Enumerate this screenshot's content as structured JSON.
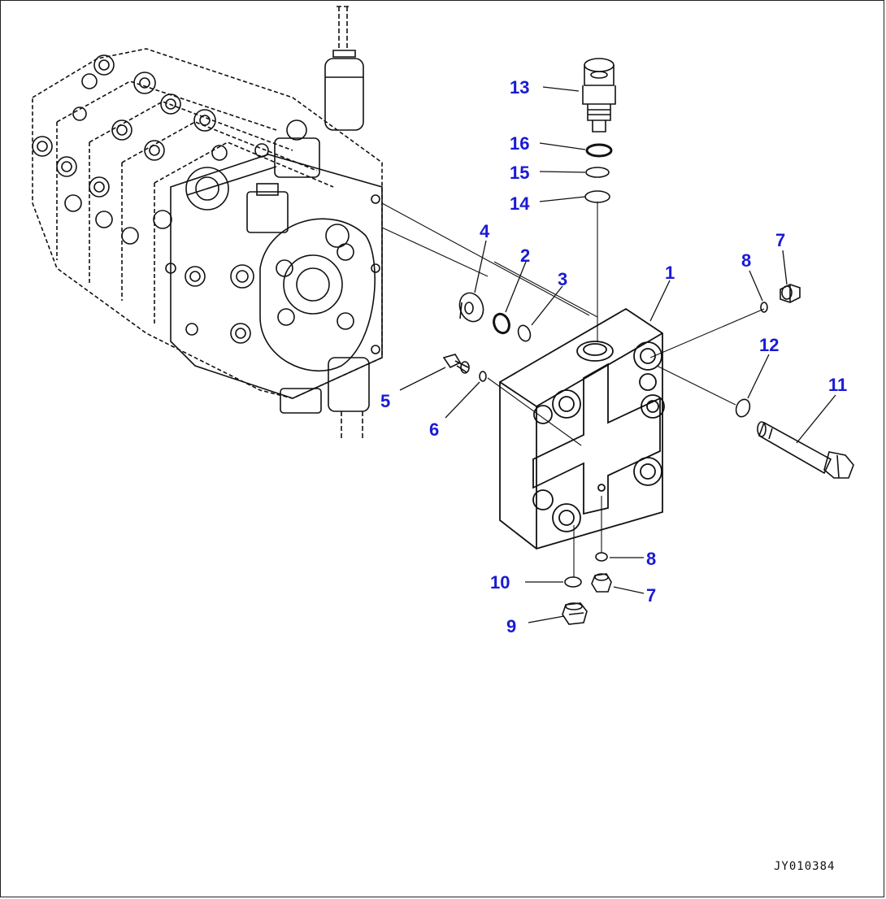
{
  "callouts": {
    "c1": "1",
    "c2": "2",
    "c3": "3",
    "c4": "4",
    "c5": "5",
    "c6": "6",
    "c7a": "7",
    "c7b": "7",
    "c8a": "8",
    "c8b": "8",
    "c9": "9",
    "c10": "10",
    "c11": "11",
    "c12": "12",
    "c13": "13",
    "c14": "14",
    "c15": "15",
    "c16": "16"
  },
  "drawing_code": "JY010384",
  "colors": {
    "callout": "#1a1ad6",
    "line": "#111111"
  }
}
